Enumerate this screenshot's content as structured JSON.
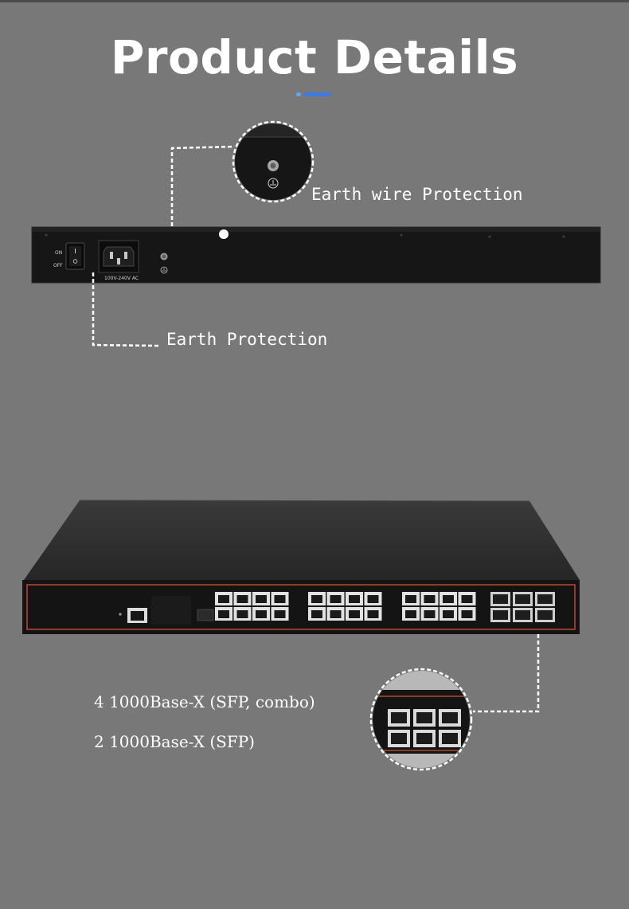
{
  "header": {
    "title": "Product Details"
  },
  "rear_view": {
    "callout_earth_wire": "Earth wire Protection",
    "callout_earth": "Earth Protection",
    "switch_on_label": "ON",
    "switch_off_label": "OFF",
    "power_rating_label": "100V-240V AC"
  },
  "front_view": {
    "spec_lines": [
      "4 1000Base-X (SFP, combo)",
      "2 1000Base-X (SFP)"
    ]
  },
  "colors": {
    "background": "#787878",
    "accent_blue": "#3d7be0",
    "accent_dot": "#5aa8ff",
    "chassis": "#141414",
    "front_trim": "#b5462c"
  }
}
